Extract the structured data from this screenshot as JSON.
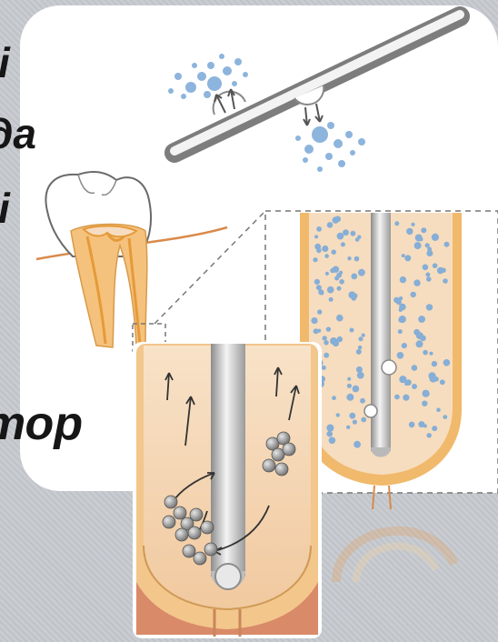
{
  "slide": {
    "partial_words": [
      "і",
      "да",
      "і",
      "тор"
    ],
    "colors": {
      "background": "#c4c8cd",
      "panel": "#ffffff",
      "dentin": "#f3c886",
      "pulp": "#f6dcc0",
      "needle": "#c8c8c8",
      "particle_blue": "#86aed6",
      "particle_gray": "#8e8e8e",
      "gum": "#d97a5c"
    },
    "icons": [
      "needle-icon",
      "tooth-icon",
      "particle-icon",
      "flow-arrow-icon"
    ]
  }
}
